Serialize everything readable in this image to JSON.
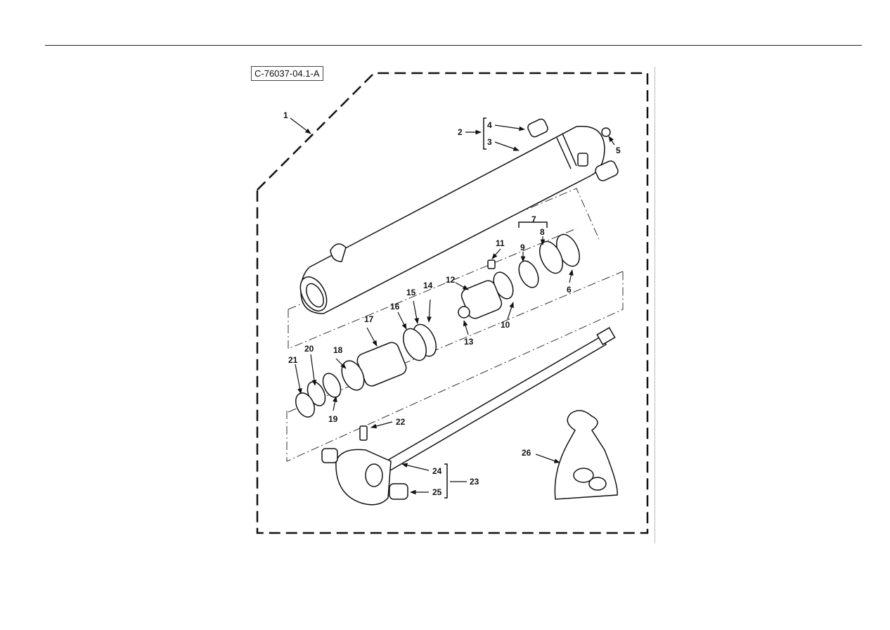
{
  "figure_id": "C-76037-04.1-A",
  "callouts": [
    {
      "id": "1",
      "text": "1"
    },
    {
      "id": "2",
      "text": "2"
    },
    {
      "id": "3",
      "text": "3"
    },
    {
      "id": "4",
      "text": "4"
    },
    {
      "id": "5",
      "text": "5"
    },
    {
      "id": "6",
      "text": "6"
    },
    {
      "id": "7",
      "text": "7"
    },
    {
      "id": "8",
      "text": "8"
    },
    {
      "id": "9",
      "text": "9"
    },
    {
      "id": "10",
      "text": "10"
    },
    {
      "id": "11",
      "text": "11"
    },
    {
      "id": "12",
      "text": "12"
    },
    {
      "id": "13",
      "text": "13"
    },
    {
      "id": "14",
      "text": "14"
    },
    {
      "id": "15",
      "text": "15"
    },
    {
      "id": "16",
      "text": "16"
    },
    {
      "id": "17",
      "text": "17"
    },
    {
      "id": "18",
      "text": "18"
    },
    {
      "id": "19",
      "text": "19"
    },
    {
      "id": "20",
      "text": "20"
    },
    {
      "id": "21",
      "text": "21"
    },
    {
      "id": "22",
      "text": "22"
    },
    {
      "id": "23",
      "text": "23"
    },
    {
      "id": "24",
      "text": "24"
    },
    {
      "id": "25",
      "text": "25"
    },
    {
      "id": "26",
      "text": "26"
    }
  ]
}
